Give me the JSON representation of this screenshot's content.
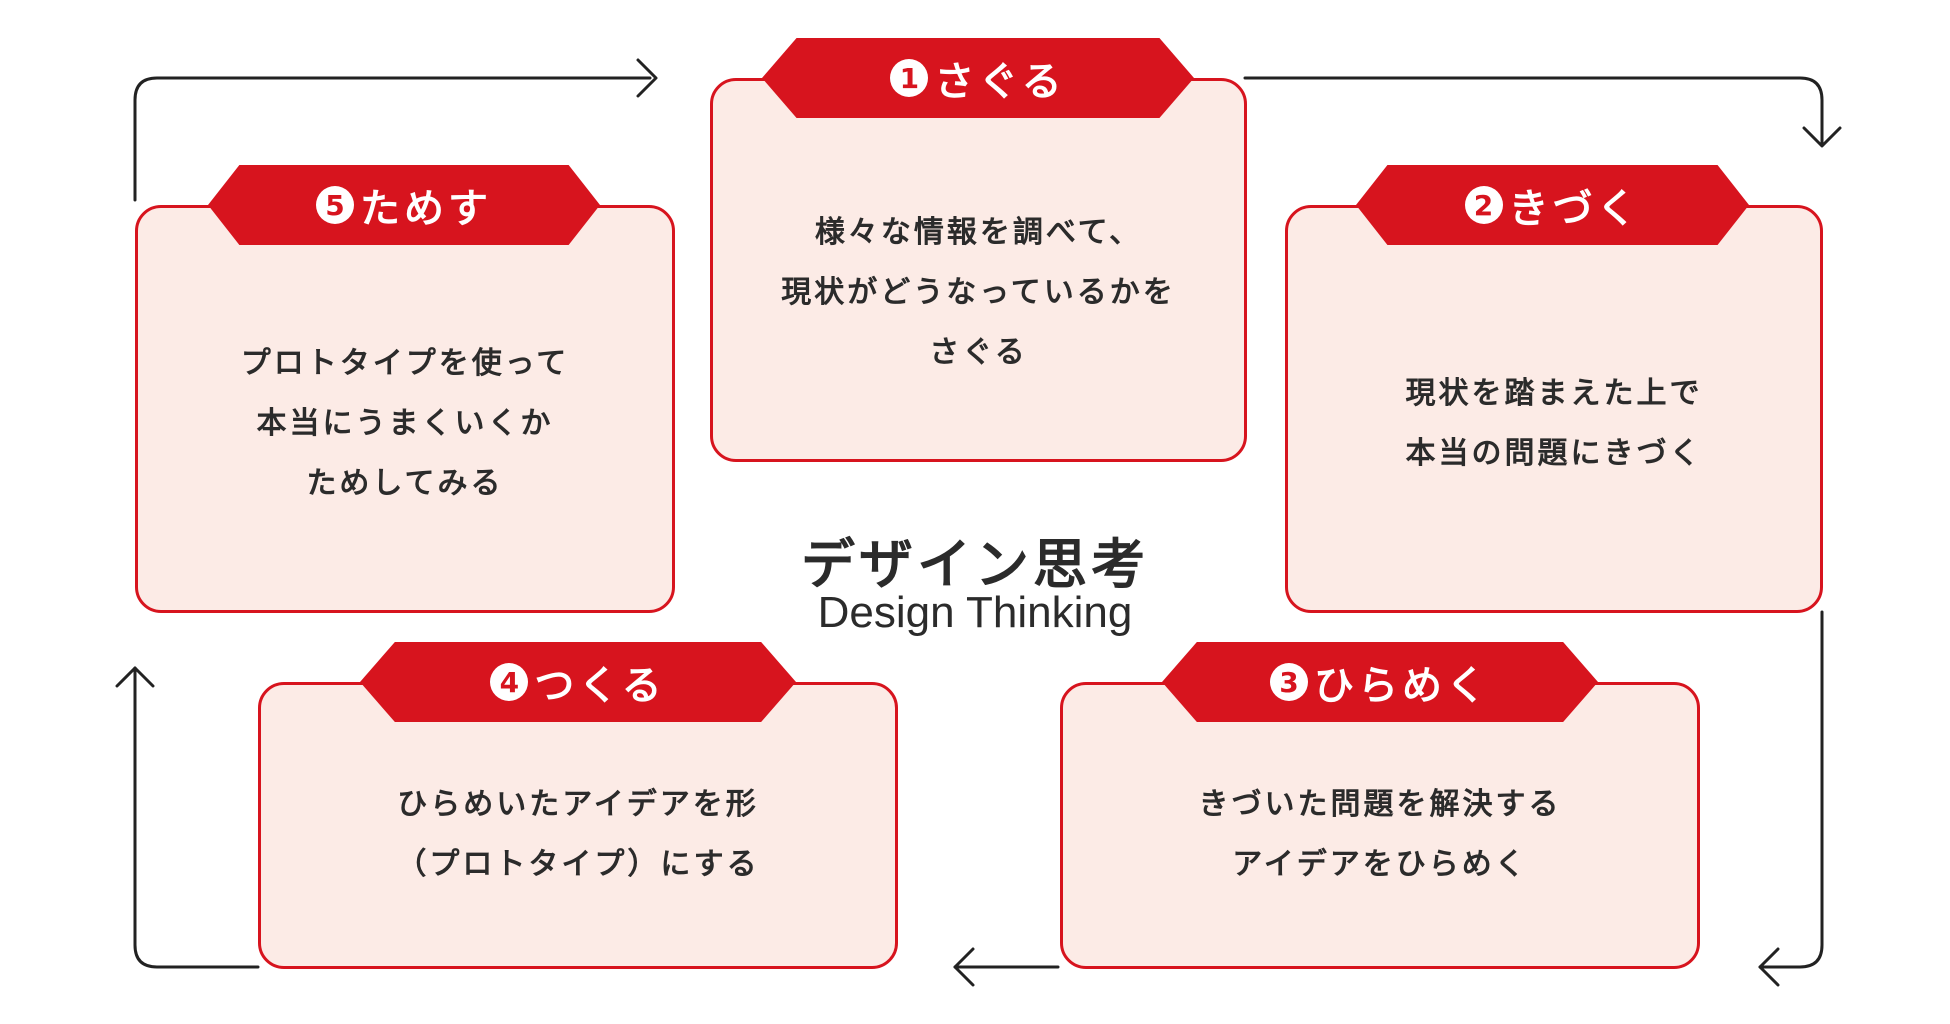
{
  "title": "デザイン思考",
  "subtitle": "Design Thinking",
  "colors": {
    "accent": "#d7141e",
    "card_fill": "#fcebe6",
    "line": "#222222"
  },
  "steps": [
    {
      "num": "1",
      "label": "さぐる",
      "lines": [
        "様々な情報を調べて、",
        "現状がどうなっているかを",
        "さぐる"
      ]
    },
    {
      "num": "2",
      "label": "きづく",
      "lines": [
        "現状を踏まえた上で",
        "本当の問題にきづく"
      ]
    },
    {
      "num": "3",
      "label": "ひらめく",
      "lines": [
        "きづいた問題を解決する",
        "アイデアをひらめく"
      ]
    },
    {
      "num": "4",
      "label": "つくる",
      "lines": [
        "ひらめいたアイデアを形",
        "（プロトタイプ）にする"
      ]
    },
    {
      "num": "5",
      "label": "ためす",
      "lines": [
        "プロトタイプを使って",
        "本当にうまくいくか",
        "ためしてみる"
      ]
    }
  ]
}
